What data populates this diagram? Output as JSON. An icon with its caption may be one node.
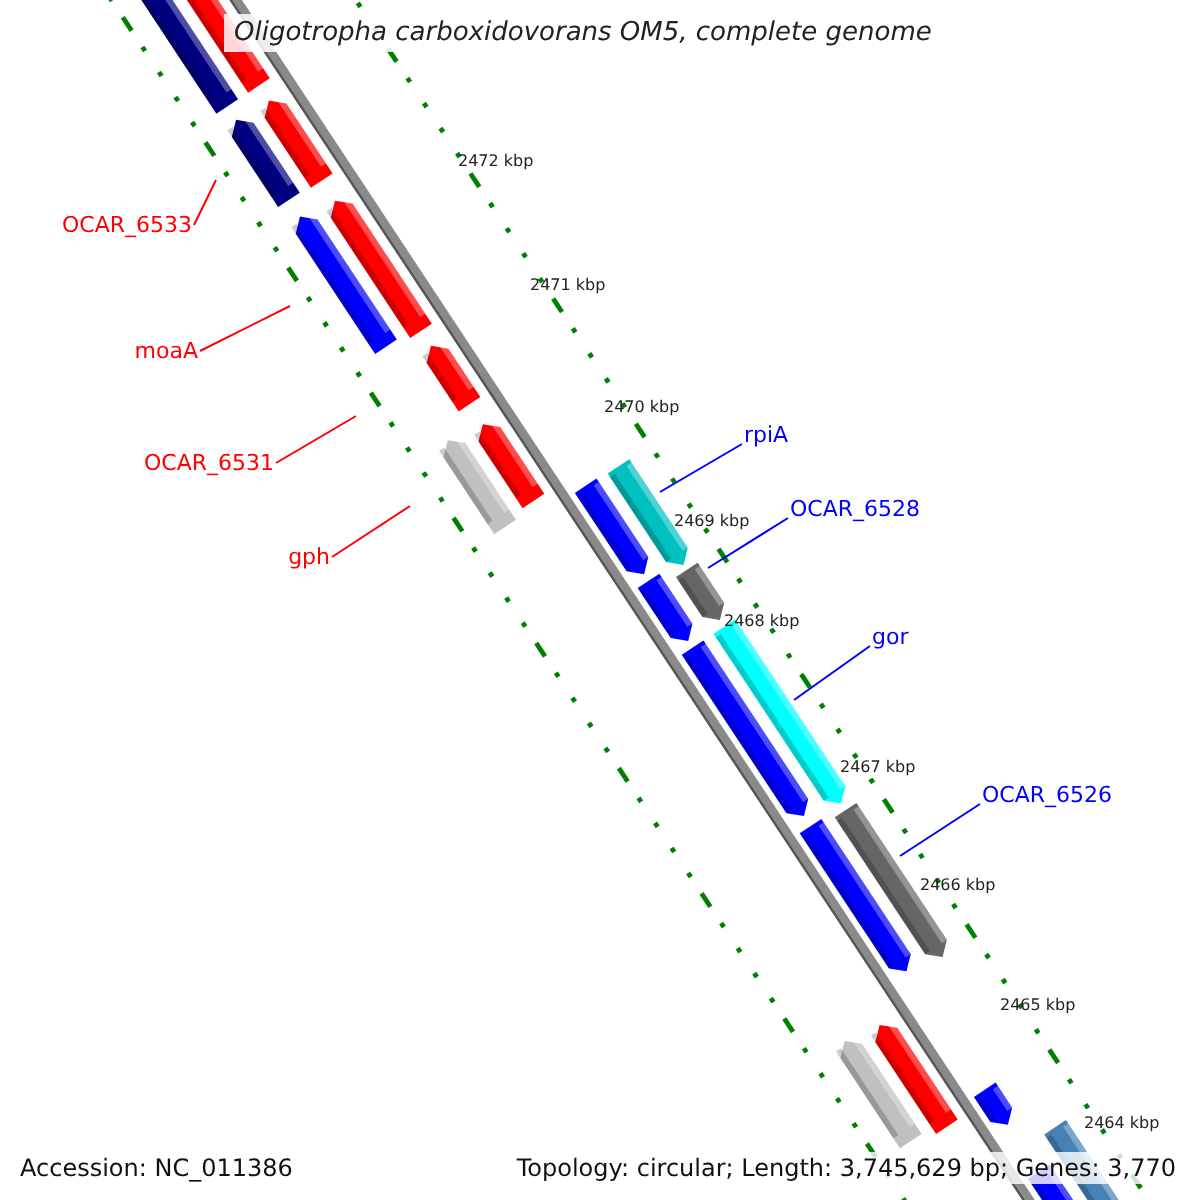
{
  "diagram": {
    "title": "Oligotropha carboxidovorans OM5, complete genome",
    "nodes": [
      {
        "text": [
          "OCAR_6533"
        ]
      },
      {
        "text": [
          "moaA"
        ]
      },
      {
        "text": [
          "OCAR_6531"
        ]
      },
      {
        "text": [
          "gph"
        ]
      },
      {
        "text": [
          "rpiA"
        ]
      },
      {
        "text": [
          "OCAR_6528"
        ]
      },
      {
        "text": [
          "gor"
        ]
      },
      {
        "text": [
          "OCAR_6526"
        ]
      }
    ],
    "edges": [
      {
        "from": 0,
        "to": null,
        "arrow": "none",
        "color": "#ff0000"
      },
      {
        "from": 1,
        "to": null,
        "arrow": "none",
        "color": "#ff0000"
      },
      {
        "from": 2,
        "to": null,
        "arrow": "none",
        "color": "#ff0000"
      },
      {
        "from": 3,
        "to": null,
        "arrow": "none",
        "color": "#ff0000"
      },
      {
        "from": 4,
        "to": null,
        "arrow": "none",
        "color": "#0000ff"
      },
      {
        "from": 5,
        "to": null,
        "arrow": "none",
        "color": "#0000ff"
      },
      {
        "from": 6,
        "to": null,
        "arrow": "none",
        "color": "#0000ff"
      },
      {
        "from": 7,
        "to": null,
        "arrow": "none",
        "color": "#0000ff"
      }
    ],
    "labels": [
      "2472 kbp",
      "2471 kbp",
      "2470 kbp",
      "2469 kbp",
      "2468 kbp",
      "2467 kbp",
      "2466 kbp",
      "2465 kbp",
      "2464 kbp",
      "Accession: NC_011386",
      "Topology: circular; Length: 3,745,629 bp; Genes: 3,770"
    ]
  }
}
